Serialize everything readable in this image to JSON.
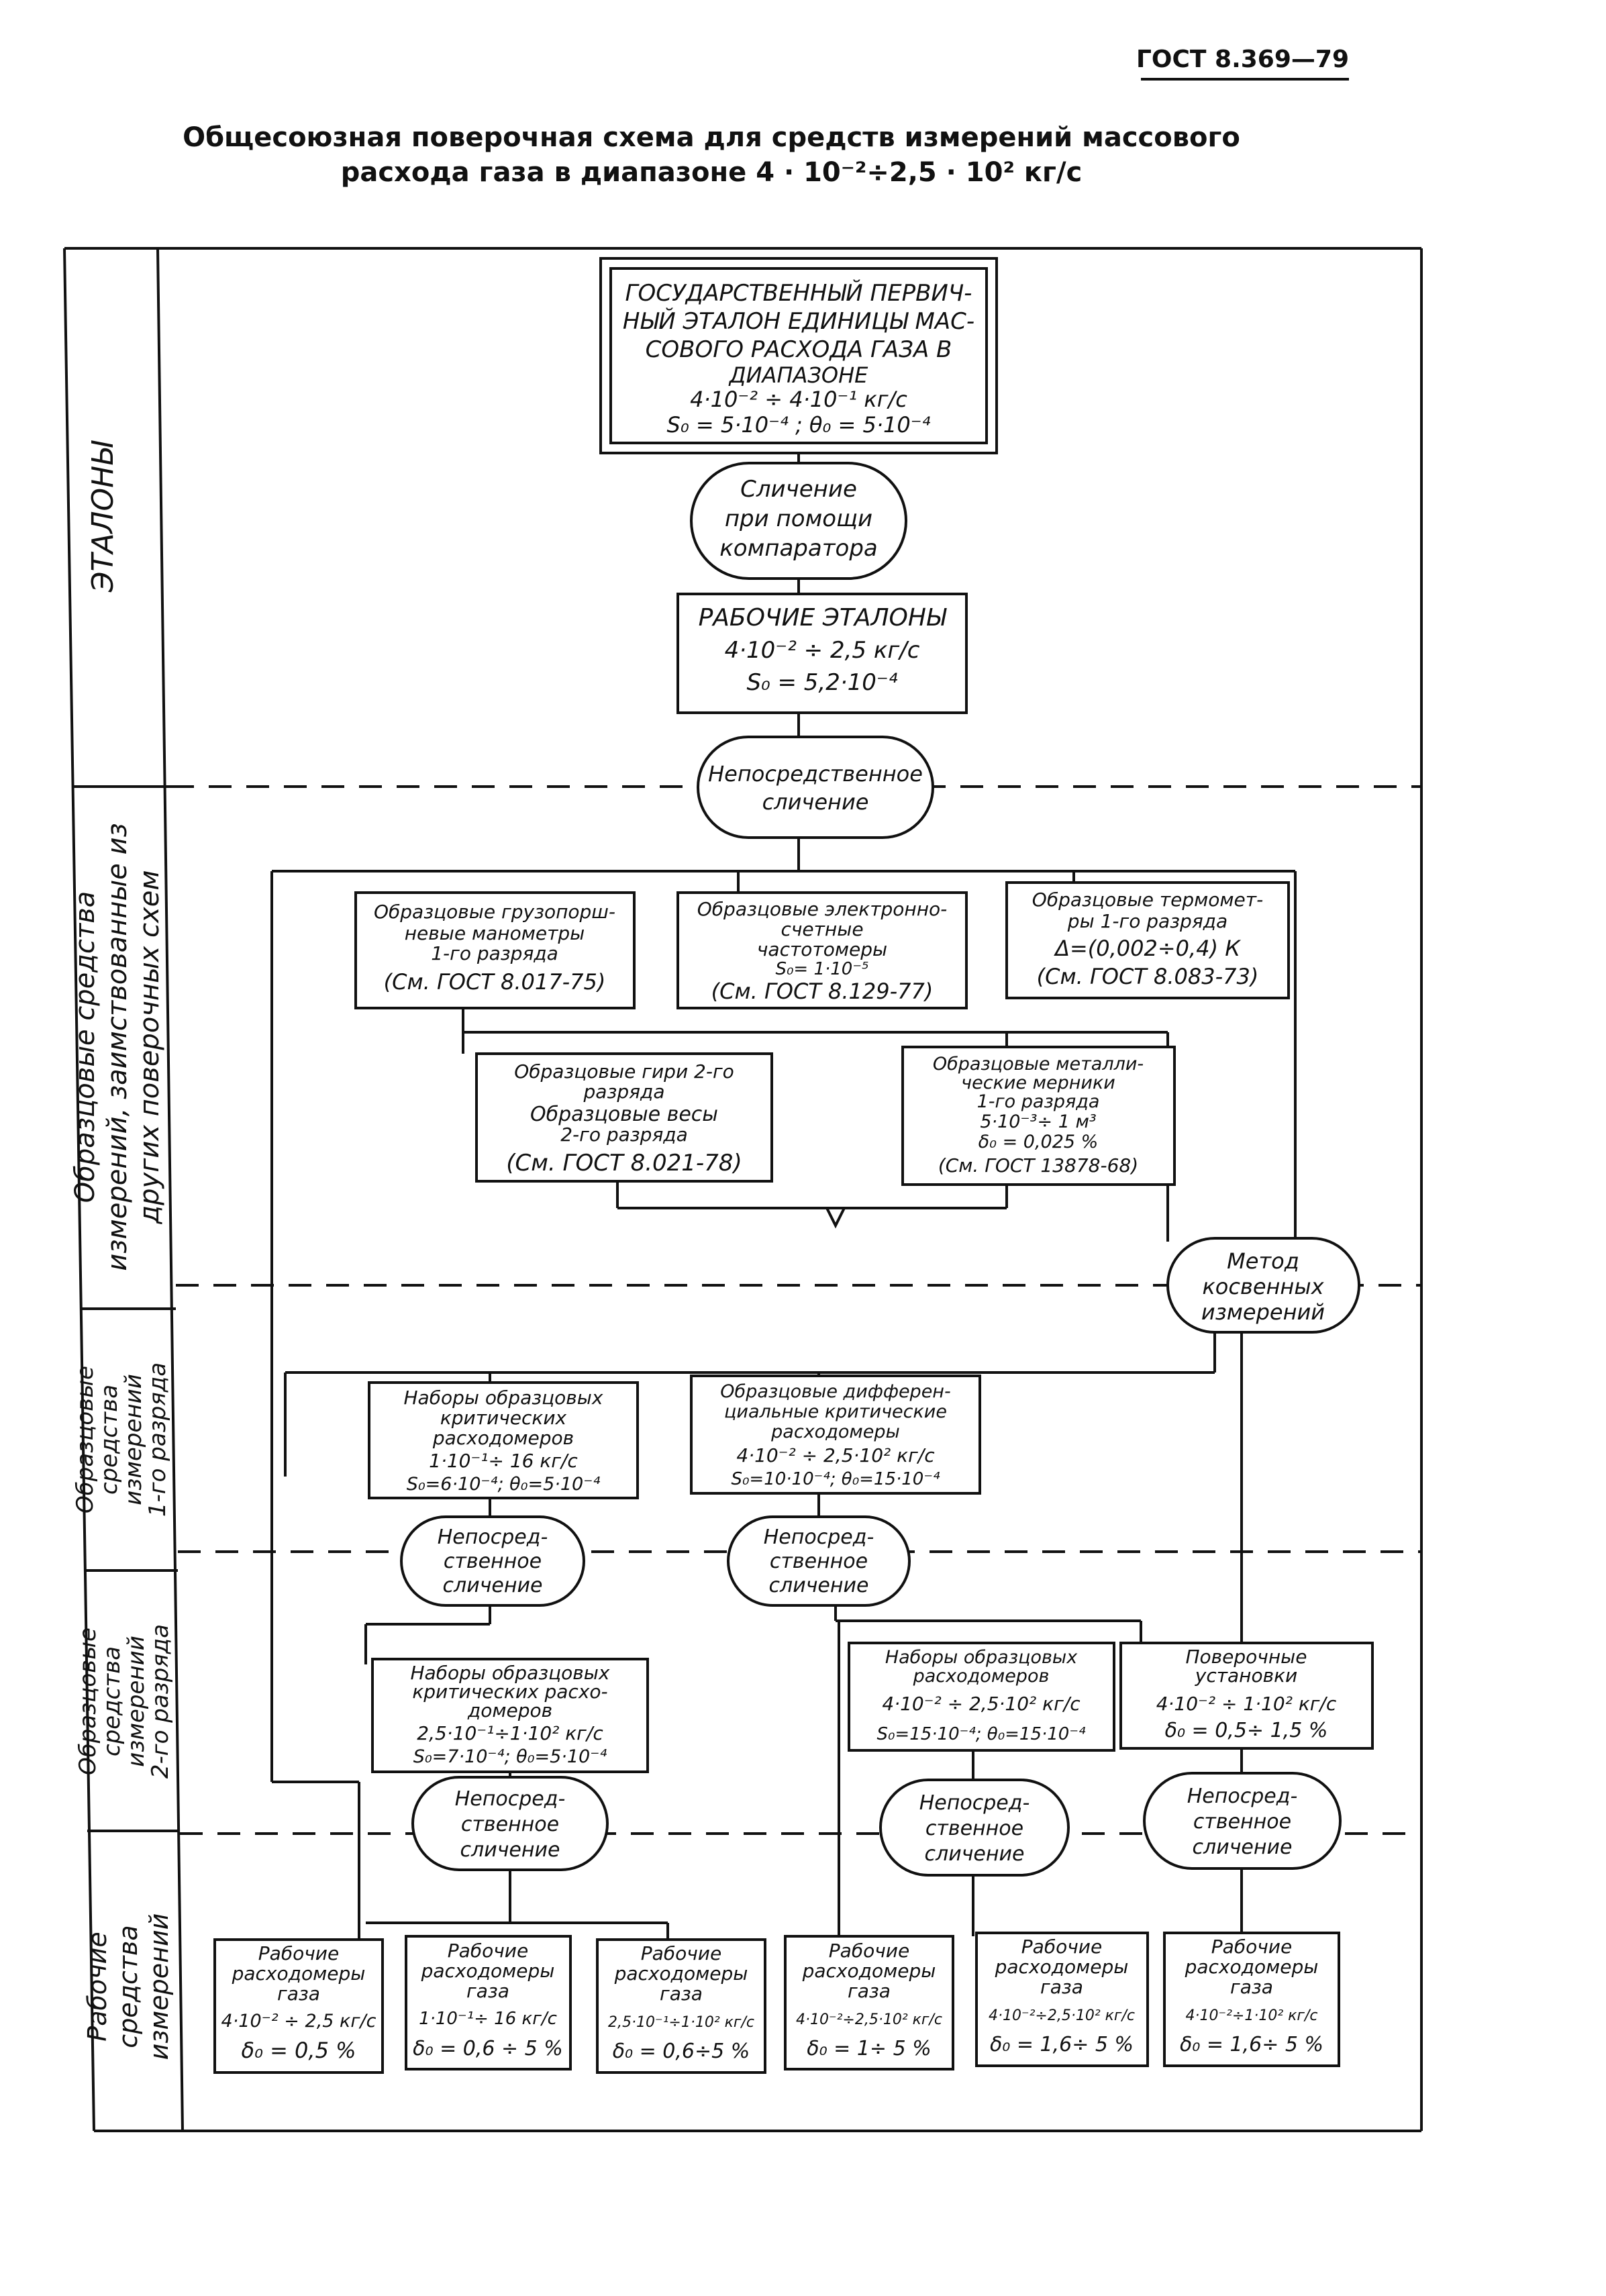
{
  "header": {
    "doc_id": "ГОСТ 8.369—79",
    "title_line1": "Общесоюзная поверочная схема для средств измерений массового",
    "title_line2": "расхода газа в диапазоне 4 · 10⁻²÷2,5 · 10² кг/с"
  },
  "side_labels": {
    "standards": [
      "ЭТАЛОНЫ"
    ],
    "borrowed": [
      "Образцовые средства",
      "измерений, заимствованные из",
      "других поверочных схем"
    ],
    "cat1": [
      "Образцовые",
      "средства",
      "измерений",
      "1-го разряда"
    ],
    "cat2": [
      "Образцовые",
      "средства",
      "измерений",
      "2-го разряда"
    ],
    "working": [
      "Рабочие",
      "средства",
      "измерений"
    ]
  },
  "nodes": {
    "primary": [
      "ГОСУДАРСТВЕННЫЙ ПЕРВИЧ-",
      "НЫЙ ЭТАЛОН ЕДИНИЦЫ МАС-",
      "СОВОГО РАСХОДА ГАЗА В",
      "ДИАПАЗОНЕ",
      "4·10⁻² ÷ 4·10⁻¹ кг/с",
      "S₀ = 5·10⁻⁴ ;    θ₀ = 5·10⁻⁴"
    ],
    "comparator": [
      "Сличение",
      "при помощи",
      "компаратора"
    ],
    "working_std": [
      "РАБОЧИЕ ЭТАЛОНЫ",
      "4·10⁻² ÷ 2,5 кг/с",
      "S₀ = 5,2·10⁻⁴"
    ],
    "direct1": [
      "Непосредственное",
      "сличение"
    ],
    "manometers": [
      "Образцовые грузопорш-",
      "невые манометры",
      "1-го разряда",
      "(См. ГОСТ 8.017-75)"
    ],
    "freqmeters": [
      "Образцовые электронно-",
      "счетные",
      "частотомеры",
      "S₀= 1·10⁻⁵",
      "(См. ГОСТ 8.129-77)"
    ],
    "thermometers": [
      "Образцовые термомет-",
      "ры 1-го разряда",
      "Δ=(0,002÷0,4) К",
      "(См. ГОСТ 8.083-73)"
    ],
    "weights": [
      "Образцовые гири 2-го",
      "разряда",
      "Образцовые весы",
      "2-го разряда",
      "(См. ГОСТ 8.021-78)"
    ],
    "measures": [
      "Образцовые металли-",
      "ческие мерники",
      "1-го разряда",
      "5·10⁻³÷ 1 м³",
      "δ₀ = 0,025 %",
      "(См. ГОСТ 13878-68)"
    ],
    "indirect": [
      "Метод",
      "косвенных",
      "измерений"
    ],
    "critical_sets1": [
      "Наборы образцовых",
      "критических",
      "расходомеров",
      "1·10⁻¹÷ 16 кг/с",
      "S₀=6·10⁻⁴;  θ₀=5·10⁻⁴"
    ],
    "diff_meters": [
      "Образцовые дифферен-",
      "циальные критические",
      "расходомеры",
      "4·10⁻² ÷ 2,5·10² кг/с",
      "S₀=10·10⁻⁴;  θ₀=15·10⁻⁴"
    ],
    "direct2": [
      "Непосред-",
      "ственное",
      "сличение"
    ],
    "direct3": [
      "Непосред-",
      "ственное",
      "сличение"
    ],
    "critical_sets2": [
      "Наборы образцовых",
      "критических расхо-",
      "домеров",
      "2,5·10⁻¹÷1·10² кг/с",
      "S₀=7·10⁻⁴;  θ₀=5·10⁻⁴"
    ],
    "sets_b": [
      "Наборы образцовых",
      "расходомеров",
      "4·10⁻² ÷ 2,5·10² кг/с",
      "S₀=15·10⁻⁴; θ₀=15·10⁻⁴"
    ],
    "installations": [
      "Поверочные",
      "установки",
      "4·10⁻² ÷ 1·10² кг/с",
      "δ₀ = 0,5÷ 1,5 %"
    ],
    "direct4": [
      "Непосред-",
      "ственное",
      "сличение"
    ],
    "direct5": [
      "Непосред-",
      "ственное",
      "сличение"
    ],
    "direct6": [
      "Непосред-",
      "ственное",
      "сличение"
    ],
    "w1": [
      "Рабочие",
      "расходомеры",
      "газа",
      "4·10⁻² ÷ 2,5 кг/с",
      "δ₀ = 0,5 %"
    ],
    "w2": [
      "Рабочие",
      "расходомеры",
      "газа",
      "1·10⁻¹÷ 16 кг/с",
      "δ₀ = 0,6 ÷ 5 %"
    ],
    "w3": [
      "Рабочие",
      "расходомеры",
      "газа",
      "2,5·10⁻¹÷1·10² кг/с",
      "δ₀ = 0,6÷5 %"
    ],
    "w4": [
      "Рабочие",
      "расходомеры",
      "газа",
      "4·10⁻²÷2,5·10² кг/с",
      "δ₀ = 1÷ 5 %"
    ],
    "w5": [
      "Рабочие",
      "расходомеры",
      "газа",
      "4·10⁻²÷2,5·10² кг/с",
      "δ₀ = 1,6÷ 5 %"
    ],
    "w6": [
      "Рабочие",
      "расходомеры",
      "газа",
      "4·10⁻²÷1·10² кг/с",
      "δ₀ = 1,6÷ 5 %"
    ]
  }
}
